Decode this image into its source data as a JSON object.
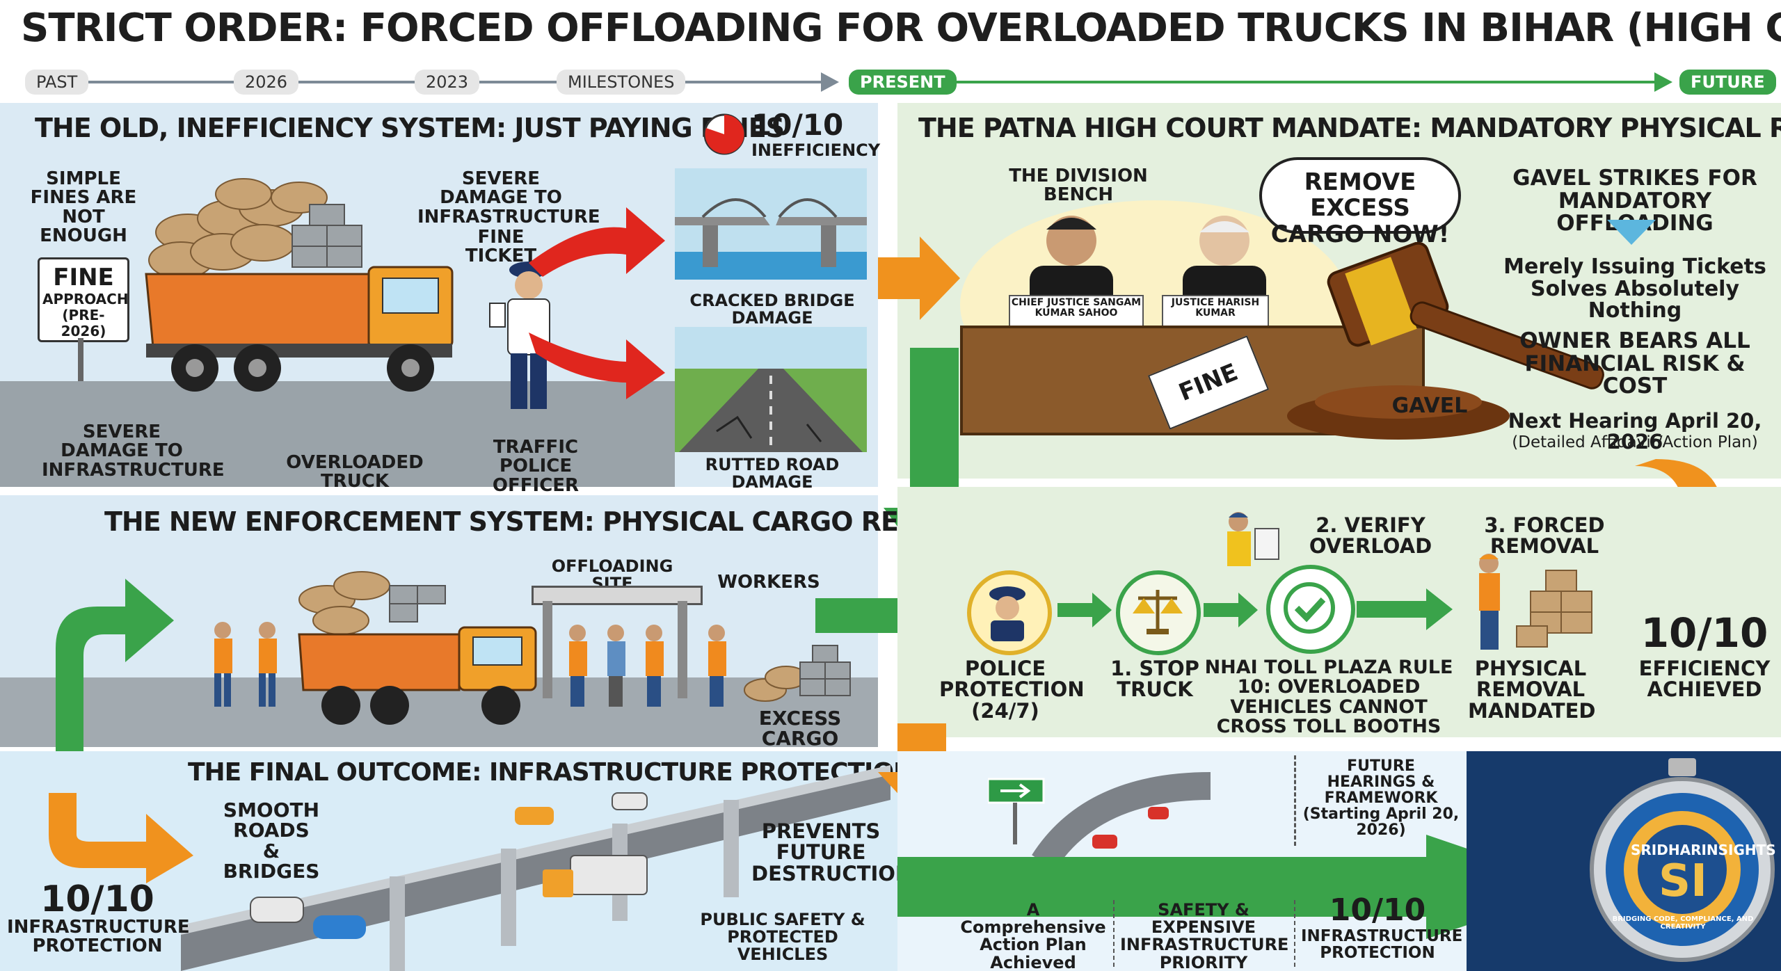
{
  "title": "STRICT ORDER: FORCED OFFLOADING FOR OVERLOADED TRUCKS IN BIHAR (HIGH COURT DECISION)",
  "timeline": {
    "past": "PAST",
    "y2026": "2026",
    "y2023": "2023",
    "milestones": "MILESTONES",
    "present": "PRESENT",
    "future": "FUTURE"
  },
  "old_system": {
    "header": "THE OLD, INEFFICIENCY SYSTEM: JUST PAYING FINES",
    "score": "10/10",
    "score_label": "INEFFICIENCY",
    "simple_fines": "SIMPLE FINES ARE NOT ENOUGH",
    "severe_damage_top": "SEVERE DAMAGE TO INFRASTRUCTURE",
    "fine_ticket": "FINE TICKET",
    "sign_title": "FINE",
    "sign_sub": "APPROACH (PRE-2026)",
    "severe_damage_bottom": "SEVERE DAMAGE TO INFRASTRUCTURE",
    "overloaded_truck": "OVERLOADED TRUCK",
    "traffic_police": "TRAFFIC POLICE OFFICER",
    "cracked_bridge": "CRACKED BRIDGE DAMAGE",
    "rutted_road": "RUTTED ROAD DAMAGE"
  },
  "mandate": {
    "header": "THE PATNA HIGH COURT MANDATE: MANDATORY PHYSICAL REMOVAL",
    "division_bench": "THE DIVISION BENCH",
    "bubble": "REMOVE EXCESS CARGO NOW!",
    "judge1": "CHIEF JUSTICE SANGAM KUMAR SAHOO",
    "judge2": "JUSTICE HARISH KUMAR",
    "fine_paper": "FINE",
    "gavel": "GAVEL",
    "gavel_strikes": "GAVEL STRIKES FOR MANDATORY OFFLOADING",
    "merely": "Merely Issuing Tickets Solves Absolutely Nothing",
    "owner": "OWNER BEARS ALL FINANCIAL RISK & COST",
    "next_hearing": "Next Hearing April 20, 2026",
    "affidavit": "(Detailed Affidavit/Action Plan)"
  },
  "new_system": {
    "header": "THE NEW ENFORCEMENT SYSTEM: PHYSICAL CARGO REMOVAL SITE",
    "offloading_site": "OFFLOADING SITE",
    "workers": "WORKERS",
    "excess_cargo": "EXCESS CARGO"
  },
  "steps": {
    "police": "POLICE PROTECTION (24/7)",
    "stop": "1. STOP TRUCK",
    "verify": "2. VERIFY OVERLOAD",
    "forced": "3. FORCED REMOVAL",
    "toll_rule": "NHAI TOLL PLAZA RULE 10: OVERLOADED VEHICLES CANNOT CROSS TOLL BOOTHS",
    "physical": "PHYSICAL REMOVAL MANDATED",
    "efficiency_score": "10/10",
    "efficiency_label": "EFFICIENCY ACHIEVED"
  },
  "final": {
    "header": "THE FINAL OUTCOME: INFRASTRUCTURE PROTECTION",
    "smooth": "SMOOTH ROADS & BRIDGES",
    "prevents": "PREVENTS FUTURE DESTRUCTION",
    "public_safety": "PUBLIC SAFETY & PROTECTED VEHICLES",
    "score": "10/10",
    "score_label": "INFRASTRUCTURE PROTECTION"
  },
  "future": {
    "hearings": "FUTURE HEARINGS & FRAMEWORK (Starting April 20, 2026)",
    "action_plan": "A Comprehensive Action Plan Achieved",
    "safety": "SAFETY & EXPENSIVE INFRASTRUCTURE PRIORITY",
    "score": "10/10",
    "score_label": "INFRASTRUCTURE PROTECTION"
  },
  "logo": {
    "brand": "SRIDHARINSIGHTS",
    "tagline": "BRIDGING CODE, COMPLIANCE, AND CREATIVITY",
    "monogram": "SI"
  },
  "colors": {
    "green_arrow": "#3aa34a",
    "orange_arrow": "#f0921e",
    "red_arrow": "#e0261e",
    "truck_orange": "#e8792a",
    "navy": "#163a6b"
  }
}
